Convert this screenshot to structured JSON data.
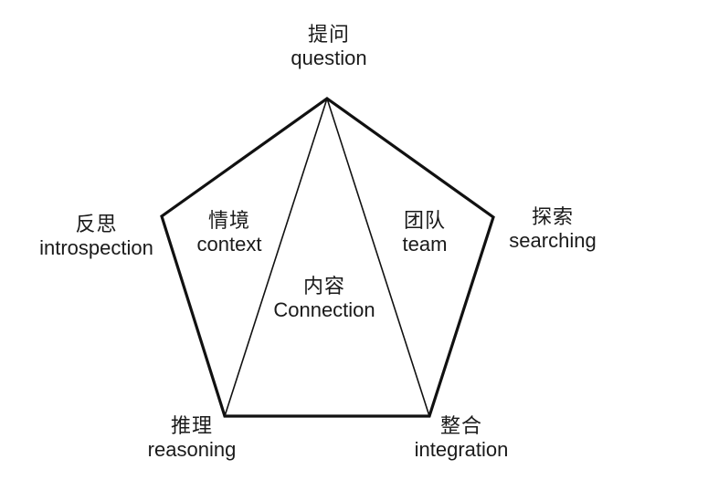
{
  "diagram": {
    "nodes": {
      "top": {
        "zh": "提问",
        "en": "question"
      },
      "left": {
        "zh": "反思",
        "en": "introspection"
      },
      "right": {
        "zh": "探索",
        "en": "searching"
      },
      "bottom_left": {
        "zh": "推理",
        "en": "reasoning"
      },
      "bottom_right": {
        "zh": "整合",
        "en": "integration"
      }
    },
    "regions": {
      "inner_left": {
        "zh": "情境",
        "en": "context"
      },
      "inner_right": {
        "zh": "团队",
        "en": "team"
      },
      "center": {
        "zh": "内容",
        "en": "Connection"
      }
    },
    "colors": {
      "outline": "#111111",
      "text": "#1a1a1a",
      "background": "#ffffff"
    }
  }
}
